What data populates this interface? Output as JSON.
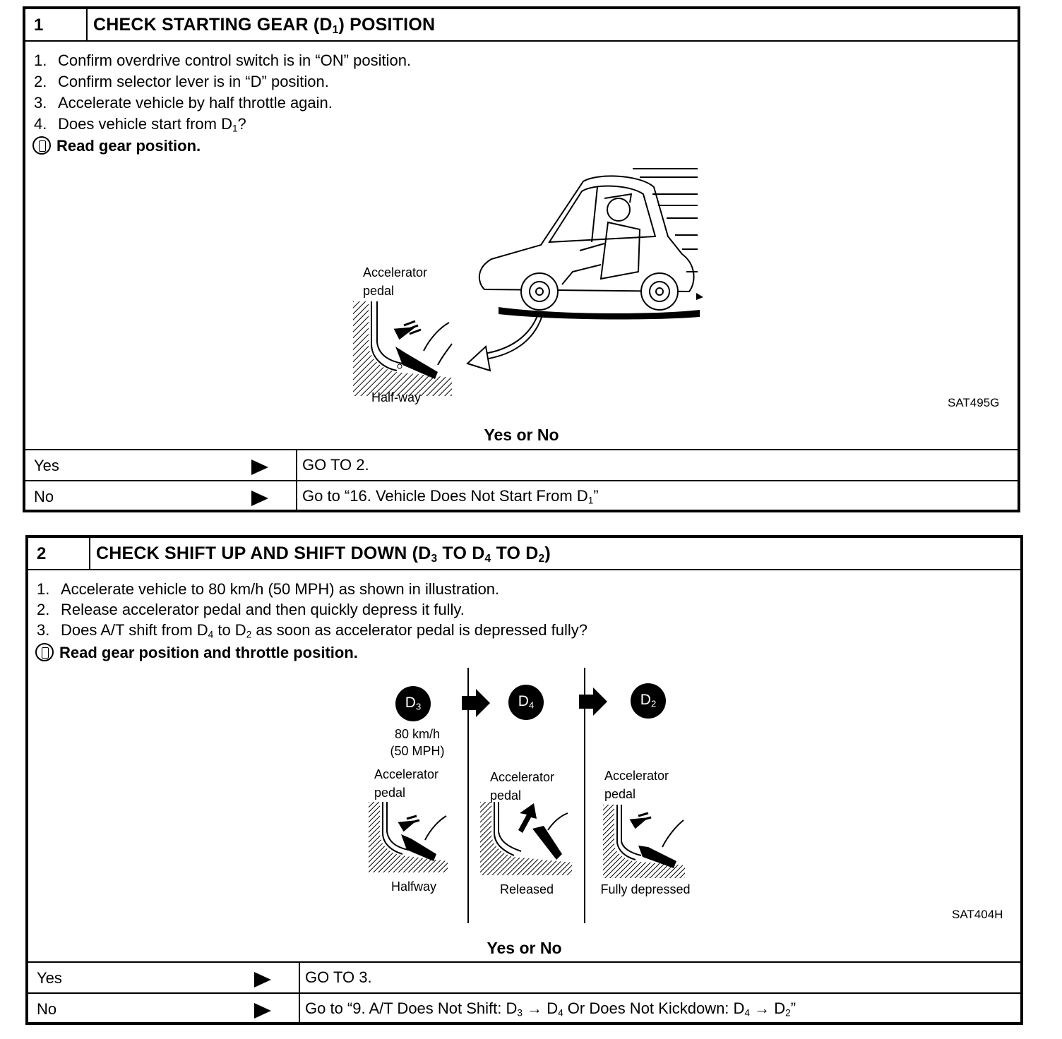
{
  "block1": {
    "number": "1",
    "title": "CHECK STARTING GEAR (D",
    "title_sub": "1",
    "title_end": ") POSITION",
    "steps": [
      {
        "n": "1.",
        "text": "Confirm overdrive control switch is in “ON” position."
      },
      {
        "n": "2.",
        "text": "Confirm selector lever is in “D” position."
      },
      {
        "n": "3.",
        "text": "Accelerate vehicle by half throttle again."
      },
      {
        "n": "4.",
        "text": "Does vehicle start from D",
        "sub": "1",
        "after": "?"
      }
    ],
    "read": "Read gear position.",
    "figure": {
      "label_line1": "Accelerator",
      "label_line2": "pedal",
      "pedal_state": "Half-way",
      "code": "SAT495G"
    },
    "question": "Yes or No",
    "answers": [
      {
        "label": "Yes",
        "action": "GO TO 2."
      },
      {
        "label": "No",
        "action": "Go to “16. Vehicle Does Not Start From D",
        "action_sub": "1",
        "action_end": "”"
      }
    ]
  },
  "block2": {
    "number": "2",
    "title_parts": [
      "CHECK SHIFT UP AND SHIFT DOWN (D",
      "3",
      " TO D",
      "4",
      " TO D",
      "2",
      ")"
    ],
    "steps": [
      {
        "n": "1.",
        "text": "Accelerate vehicle to 80 km/h (50 MPH) as shown in illustration."
      },
      {
        "n": "2.",
        "text": "Release accelerator pedal and then quickly depress it fully."
      },
      {
        "n": "3.",
        "parts": [
          "Does A/T shift from D",
          "4",
          " to D",
          "2",
          " as soon as accelerator pedal is depressed fully?"
        ]
      }
    ],
    "read": "Read gear position and throttle position.",
    "figure": {
      "gears": [
        {
          "letter": "D",
          "sub": "3"
        },
        {
          "letter": "D",
          "sub": "4"
        },
        {
          "letter": "D",
          "sub": "2"
        }
      ],
      "speed_line1": "80 km/h",
      "speed_line2": "(50 MPH)",
      "pedal_label_line1": "Accelerator",
      "pedal_label_line2": "pedal",
      "states": [
        "Halfway",
        "Released",
        "Fully depressed"
      ],
      "code": "SAT404H"
    },
    "question": "Yes or No",
    "answers": [
      {
        "label": "Yes",
        "action": "GO TO 3."
      },
      {
        "label": "No",
        "action_parts": [
          "Go to “9. A/T Does Not Shift: D",
          "3",
          " → D",
          "4",
          " Or Does Not Kickdown: D",
          "4",
          " → D",
          "2",
          "”"
        ]
      }
    ]
  }
}
